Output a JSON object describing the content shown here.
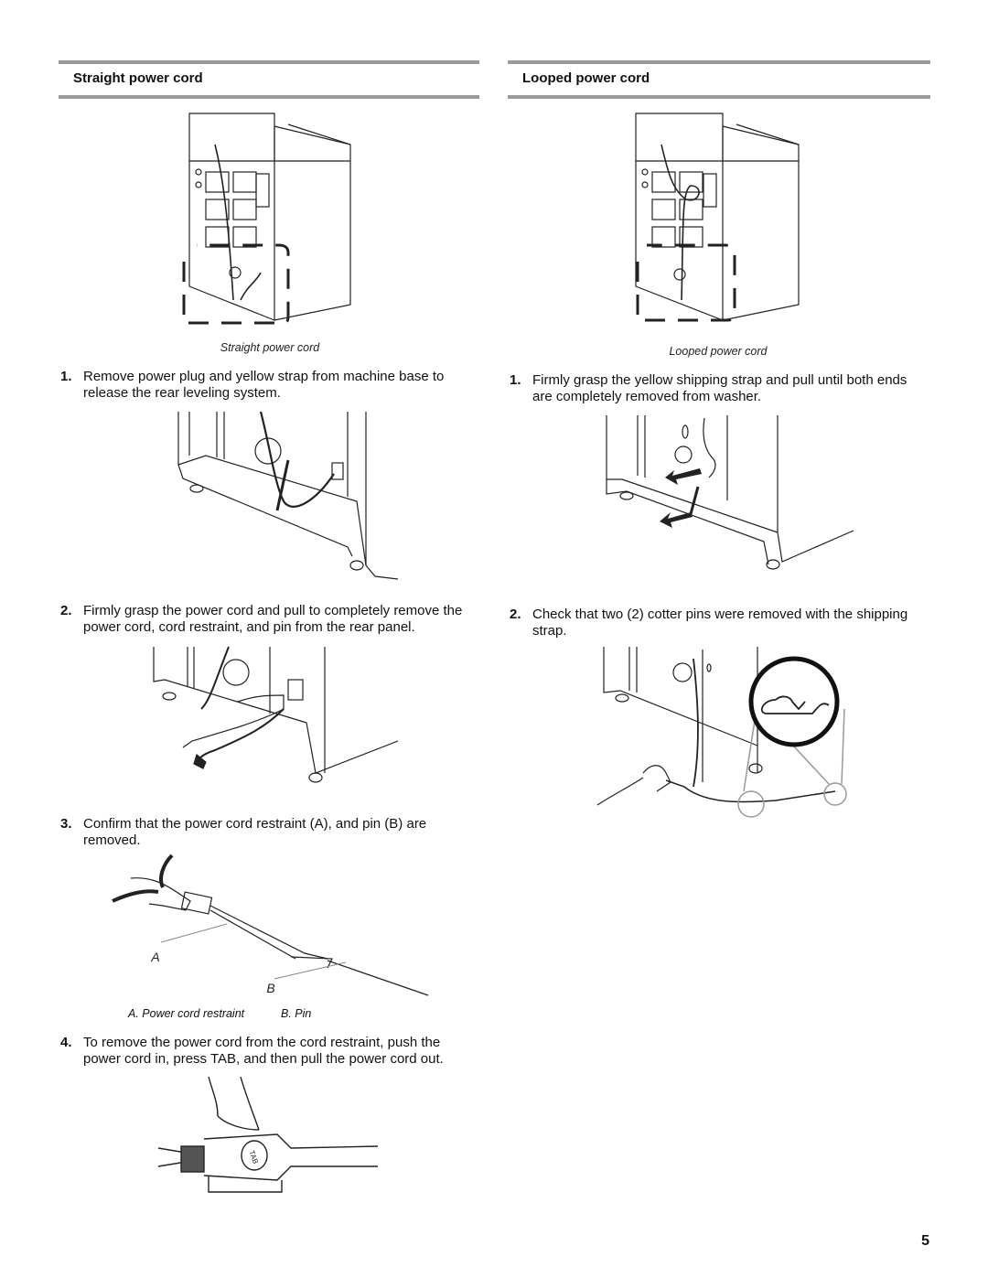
{
  "left": {
    "heading": "Straight power cord",
    "figure_caption": "Straight power cord",
    "steps": [
      {
        "num": "1.",
        "text": "Remove power plug and yellow strap from machine base to release the rear leveling system."
      },
      {
        "num": "2.",
        "text": "Firmly grasp the power cord and pull to completely remove the power cord, cord restraint, and pin from the rear panel."
      },
      {
        "num": "3.",
        "text": "Confirm that the power cord restraint (A), and pin (B) are removed."
      },
      {
        "num": "4.",
        "text": "To remove the power cord from the cord restraint, push the power cord in, press TAB, and then pull the power cord out."
      }
    ],
    "callouts": {
      "a": "A",
      "b": "B"
    },
    "legend": {
      "a": "A. Power cord restraint",
      "b": "B. Pin"
    },
    "tab_label": "TAB"
  },
  "right": {
    "heading": "Looped power cord",
    "figure_caption": "Looped power cord",
    "steps": [
      {
        "num": "1.",
        "text": "Firmly grasp the yellow shipping strap and pull until both ends are completely removed from washer."
      },
      {
        "num": "2.",
        "text": "Check that two (2) cotter pins were removed with the shipping strap."
      }
    ]
  },
  "page_number": "5"
}
